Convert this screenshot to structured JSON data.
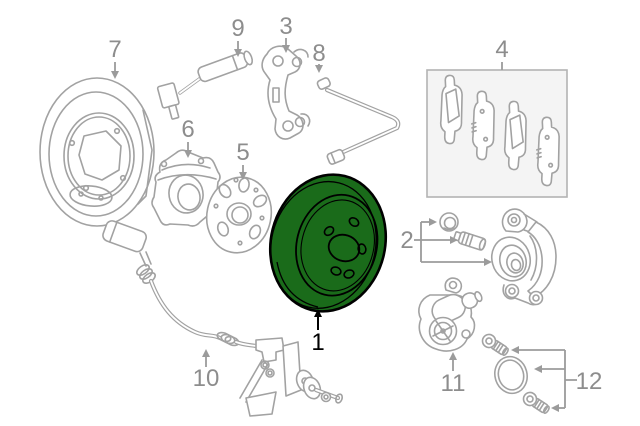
{
  "diagram": {
    "kind": "exploded-parts-diagram",
    "subject": "disc-brake-components",
    "background": "#ffffff",
    "colors": {
      "line": "#a2a2a2",
      "callout_label": "#8d8d8d",
      "highlight_fill": "#1a6b1a",
      "highlight_line": "#000000",
      "highlight_label": "#000000",
      "pad_box_fill": "#f4f4f4",
      "pad_box_border": "#b3b3b3"
    },
    "callouts": [
      {
        "num": "1",
        "part": "brake-disc-rotor",
        "highlighted": true
      },
      {
        "num": "2",
        "part": "caliper-guide-pin-kit",
        "highlighted": false
      },
      {
        "num": "3",
        "part": "caliper-mount-bracket",
        "highlighted": false
      },
      {
        "num": "4",
        "part": "brake-pad-set",
        "highlighted": false
      },
      {
        "num": "5",
        "part": "wheel-hub",
        "highlighted": false
      },
      {
        "num": "6",
        "part": "wheel-bearing",
        "highlighted": false
      },
      {
        "num": "7",
        "part": "splash-shield",
        "highlighted": false
      },
      {
        "num": "8",
        "part": "brake-hose",
        "highlighted": false
      },
      {
        "num": "9",
        "part": "pad-wear-sensor",
        "highlighted": false
      },
      {
        "num": "10",
        "part": "abs-speed-sensor",
        "highlighted": false
      },
      {
        "num": "11",
        "part": "parking-brake-actuator",
        "highlighted": false
      },
      {
        "num": "12",
        "part": "caliper-bolt-seal-kit",
        "highlighted": false
      }
    ]
  }
}
